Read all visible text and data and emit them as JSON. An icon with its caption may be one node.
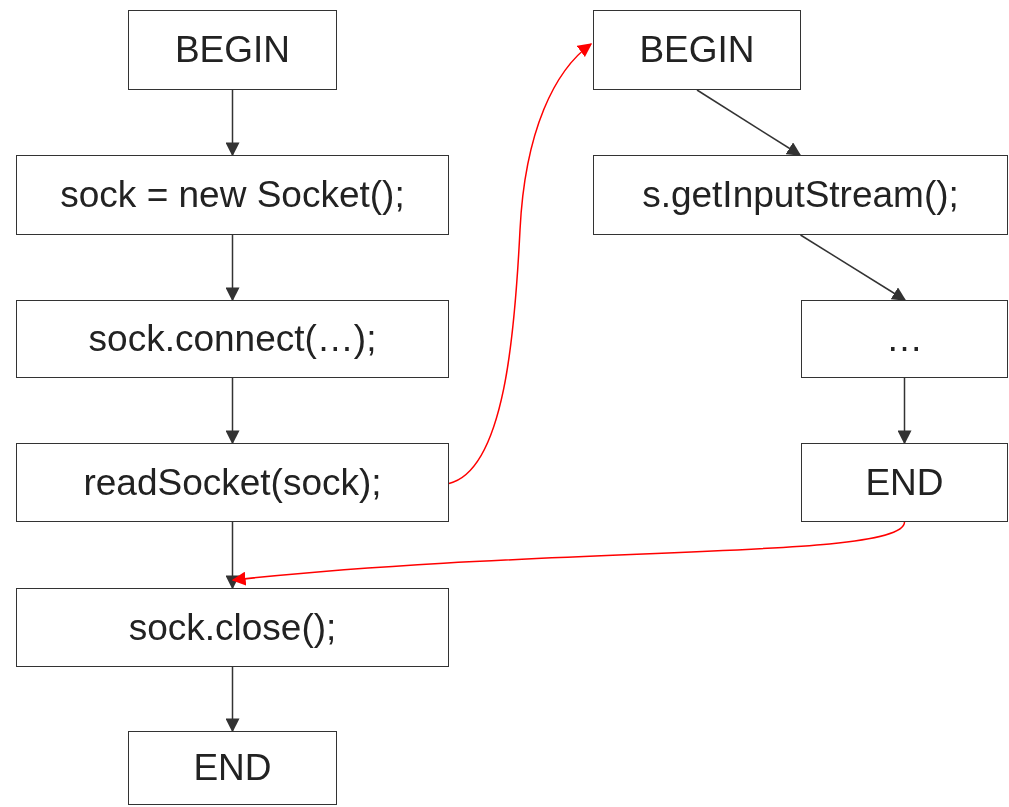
{
  "diagram": {
    "nodes": [
      {
        "text": [
          "BEGIN"
        ]
      },
      {
        "text": [
          "sock = new Socket();"
        ]
      },
      {
        "text": [
          "sock.connect(…);"
        ]
      },
      {
        "text": [
          "readSocket(sock);"
        ]
      },
      {
        "text": [
          "sock.close();"
        ]
      },
      {
        "text": [
          "END"
        ]
      },
      {
        "text": [
          "BEGIN"
        ]
      },
      {
        "text": [
          "s.getInputStream();"
        ]
      },
      {
        "text": [
          "…"
        ]
      },
      {
        "text": [
          "END"
        ]
      }
    ],
    "edges": [
      {
        "from": 0,
        "to": 1,
        "arrow": "to"
      },
      {
        "from": 1,
        "to": 2,
        "arrow": "to"
      },
      {
        "from": 2,
        "to": 3,
        "arrow": "to"
      },
      {
        "from": 3,
        "to": 4,
        "arrow": "to"
      },
      {
        "from": 4,
        "to": 5,
        "arrow": "to"
      },
      {
        "from": 3,
        "to": 6,
        "arrow": "to",
        "color": "#ff0000"
      },
      {
        "from": 6,
        "to": 7,
        "arrow": "to"
      },
      {
        "from": 7,
        "to": 8,
        "arrow": "to"
      },
      {
        "from": 8,
        "to": 9,
        "arrow": "to"
      },
      {
        "from": 9,
        "to": 4,
        "arrow": "to",
        "color": "#ff0000"
      }
    ]
  }
}
